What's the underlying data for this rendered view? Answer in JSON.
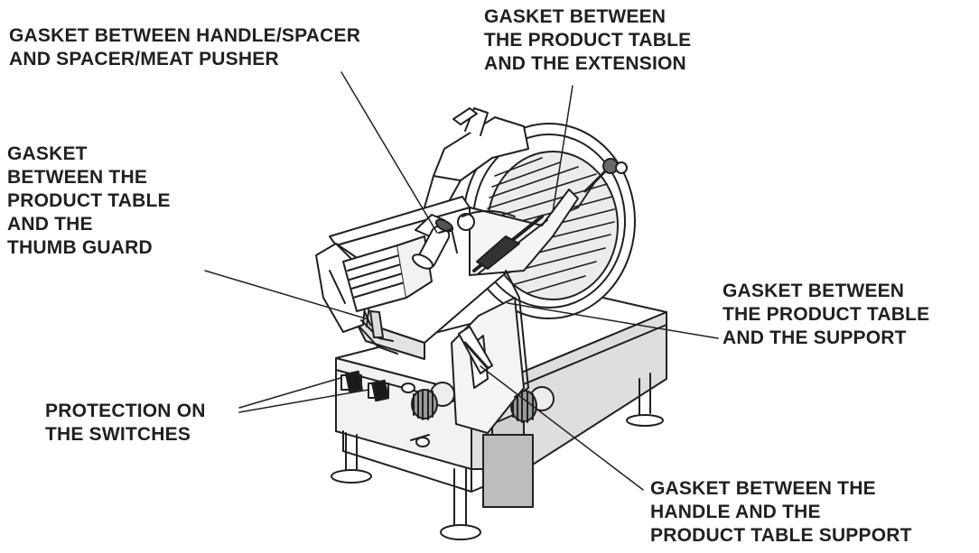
{
  "labels": {
    "handle_spacer": [
      "GASKET BETWEEN HANDLE/SPACER",
      "AND SPACER/MEAT PUSHER"
    ],
    "extension": [
      "GASKET BETWEEN",
      "THE PRODUCT TABLE",
      "AND THE EXTENSION"
    ],
    "thumb_guard": [
      "GASKET",
      "BETWEEN THE",
      "PRODUCT TABLE",
      "AND THE",
      "THUMB GUARD"
    ],
    "support": [
      "GASKET BETWEEN",
      "THE PRODUCT TABLE",
      "AND THE SUPPORT"
    ],
    "switches": [
      "PROTECTION ON",
      "THE SWITCHES"
    ],
    "handle_support": [
      "GASKET BETWEEN THE",
      "HANDLE AND THE",
      "PRODUCT TABLE SUPPORT"
    ]
  },
  "colors": {
    "ink": "#231f20",
    "shade": "#8a8a8a",
    "dark": "#1a1a1a",
    "paper": "#ffffff"
  }
}
